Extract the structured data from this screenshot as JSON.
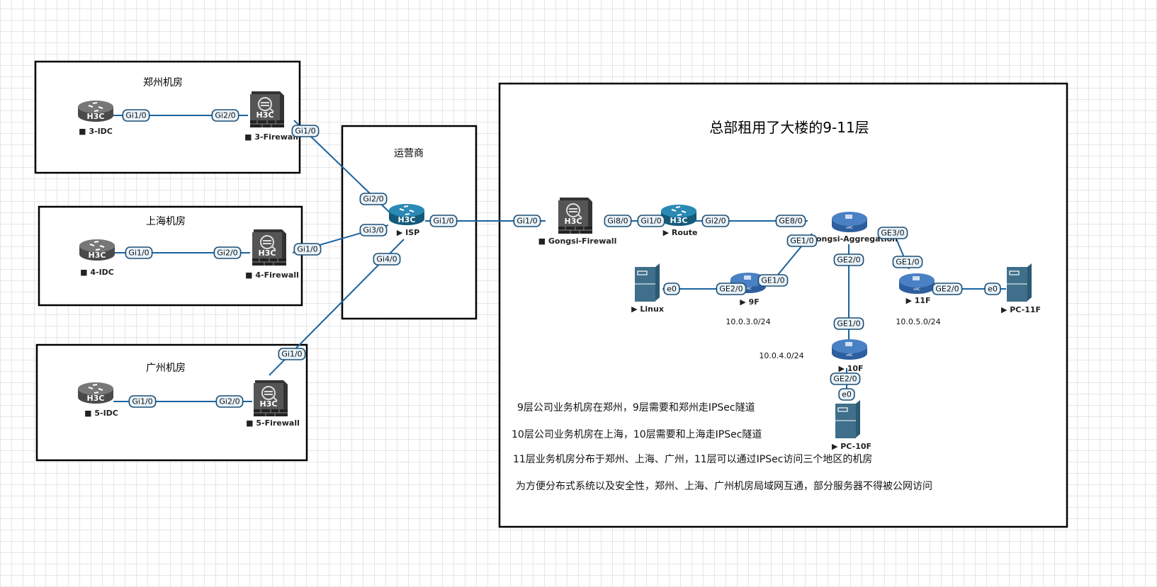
{
  "sites": {
    "zhengzhou": {
      "title": "郑州机房",
      "router": "3-IDC",
      "firewall": "3-Firewall"
    },
    "shanghai": {
      "title": "上海机房",
      "router": "4-IDC",
      "firewall": "4-Firewall"
    },
    "guangzhou": {
      "title": "广州机房",
      "router": "5-IDC",
      "firewall": "5-Firewall"
    },
    "isp": {
      "title": "运营商",
      "router": "ISP"
    }
  },
  "hq": {
    "title": "总部租用了大楼的9-11层",
    "devices": {
      "firewall": "Gongsi-Firewall",
      "route": "Route",
      "aggregation": "Gongsi-Aggregation",
      "f9": "9F",
      "f10": "10F",
      "f11": "11F",
      "linux": "Linux",
      "pc10": "PC-10F",
      "pc11": "PC-11F"
    },
    "subnets": [
      "10.0.3.0/24",
      "10.0.4.0/24",
      "10.0.5.0/24"
    ],
    "notes": [
      "9层公司业务机房在郑州，9层需要和郑州走IPSec隧道",
      "10层公司业务机房在上海，10层需要和上海走IPSec隧道",
      "11层业务机房分布于郑州、上海、广州，11层可以通过IPSec访问三个地区的机房",
      "为方便分布式系统以及安全性，郑州、上海、广州机房局域网互通，部分服务器不得被公网访问"
    ]
  },
  "ports": {
    "idc3": "Gi1/0",
    "fw3_in": "Gi2/0",
    "fw3_out": "Gi1/0",
    "isp_gi2": "Gi2/0",
    "idc4": "Gi1/0",
    "fw4_in": "Gi2/0",
    "fw4_out": "Gi1/0",
    "isp_gi3": "Gi3/0",
    "idc5": "Gi1/0",
    "fw5_in": "Gi2/0",
    "fw5_out": "Gi1/0",
    "isp_gi4": "Gi4/0",
    "isp_gi1": "Gi1/0",
    "gfw_out": "Gi1/0",
    "gfw_in": "Gi8/0",
    "route_gi1": "Gi1/0",
    "route_gi2": "Gi2/0",
    "agg_ge8": "GE8/0",
    "agg_ge1": "GE1/0",
    "agg_ge2": "GE2/0",
    "agg_ge3": "GE3/0",
    "f9_ge1": "GE1/0",
    "f9_ge2": "GE2/0",
    "linux_e0": "e0",
    "f10_ge1": "GE1/0",
    "f10_ge2": "GE2/0",
    "pc10_e0": "e0",
    "f11_ge1": "GE1/0",
    "f11_ge2": "GE2/0",
    "pc11_e0": "e0"
  },
  "colors": {
    "link": "#1a63a0",
    "router_grey": "#5a5a5a",
    "router_blue": "#1f6f94",
    "vac_blue": "#3d73b8",
    "server": "#3f6f8a"
  }
}
